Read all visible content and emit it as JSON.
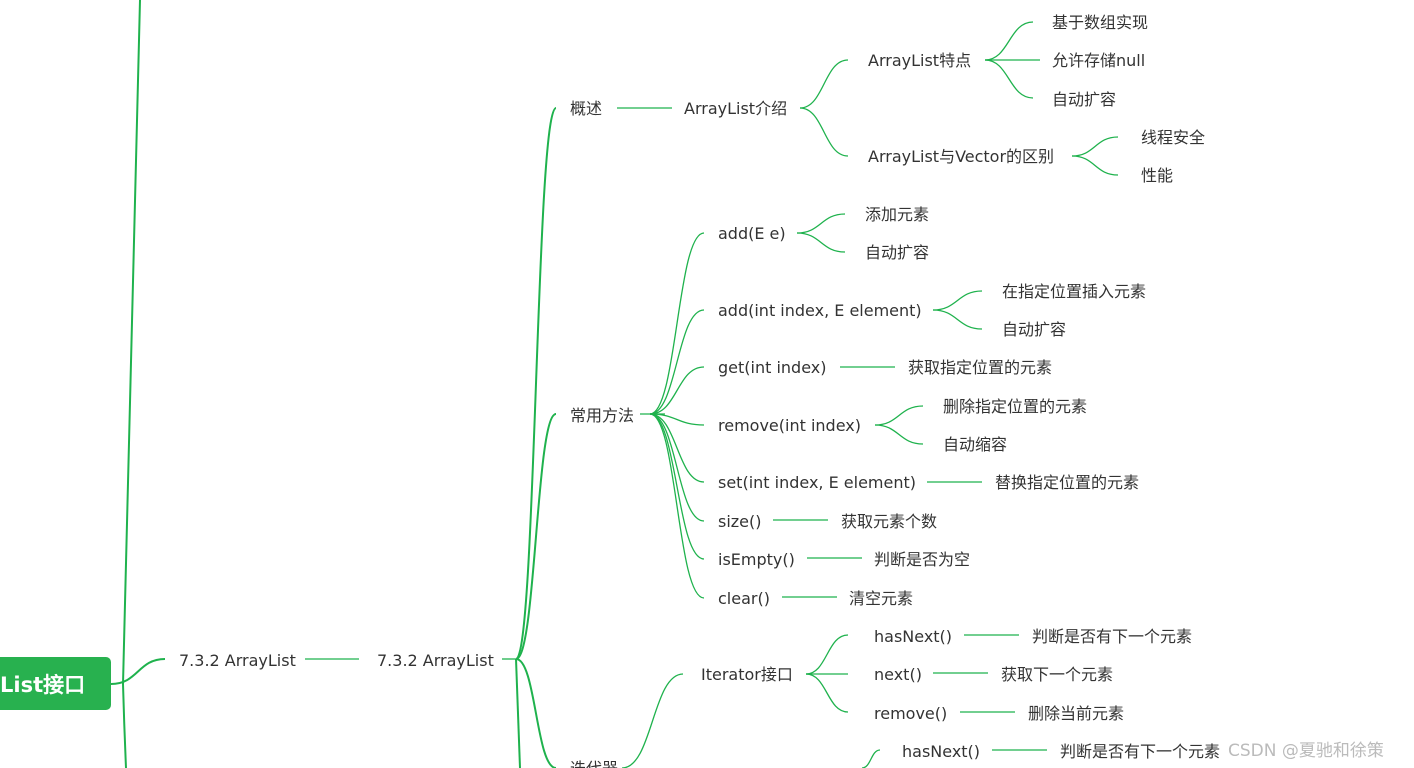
{
  "root": {
    "label": "List接口"
  },
  "watermark": "CSDN @夏驰和徐策",
  "colors": {
    "line": "#1fb24d",
    "root_fill": "#28b14f",
    "text": "#333333"
  },
  "nodes": {
    "n1": "7.3.2 ArrayList",
    "n2": "7.3.2 ArrayList",
    "overview": "概述",
    "intro": "ArrayList介绍",
    "features": "ArrayList特点",
    "f1": "基于数组实现",
    "f2": "允许存储null",
    "f3": "自动扩容",
    "diff": "ArrayList与Vector的区别",
    "d1": "线程安全",
    "d2": "性能",
    "methods": "常用方法",
    "m_add": "add(E e)",
    "m_add_1": "添加元素",
    "m_add_2": "自动扩容",
    "m_addi": "add(int index, E element)",
    "m_addi_1": "在指定位置插入元素",
    "m_addi_2": "自动扩容",
    "m_get": "get(int index)",
    "m_get_1": "获取指定位置的元素",
    "m_rm": "remove(int index)",
    "m_rm_1": "删除指定位置的元素",
    "m_rm_2": "自动缩容",
    "m_set": "set(int index, E element)",
    "m_set_1": "替换指定位置的元素",
    "m_size": "size()",
    "m_size_1": "获取元素个数",
    "m_empty": "isEmpty()",
    "m_empty_1": "判断是否为空",
    "m_clear": "clear()",
    "m_clear_1": "清空元素",
    "iterator": "迭代器",
    "it_iface": "Iterator接口",
    "it_hasnext": "hasNext()",
    "it_hasnext_1": "判断是否有下一个元素",
    "it_next": "next()",
    "it_next_1": "获取下一个元素",
    "it_remove": "remove()",
    "it_remove_1": "删除当前元素",
    "it2_hasnext": "hasNext()",
    "it2_hasnext_1": "判断是否有下一个元素"
  }
}
